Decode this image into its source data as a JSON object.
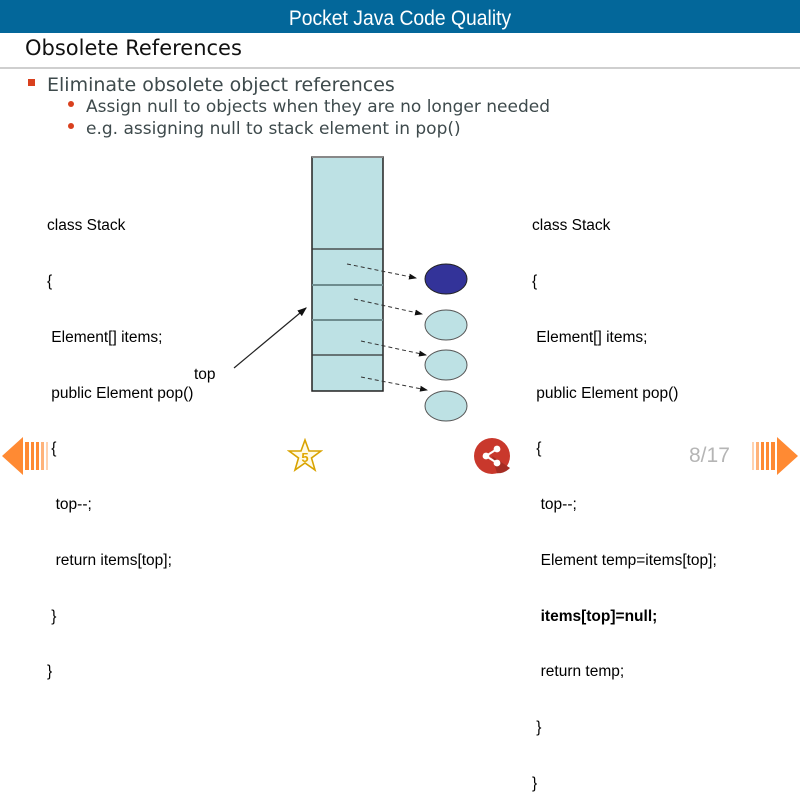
{
  "app": {
    "title": "Pocket Java Code Quality"
  },
  "slide": {
    "title": "Obsolete References",
    "bullets": {
      "main": "Eliminate obsolete object references",
      "sub1": "Assign null to objects when they are no longer needed",
      "sub2": "e.g. assigning null to stack element in pop()"
    },
    "code_left": {
      "lines": [
        "class Stack",
        "{",
        " Element[] items;",
        " public Element pop()",
        " {",
        "  top--;",
        "  return items[top];",
        " }",
        "}"
      ]
    },
    "code_right": {
      "lines": [
        "class Stack",
        "{",
        " Element[] items;",
        " public Element pop()",
        " {",
        "  top--;",
        "  Element temp=items[top];",
        "  items[top]=null;",
        "  return temp;",
        " }",
        "}"
      ],
      "bold_line_index": 7
    },
    "diagram": {
      "pointer_label": "top",
      "stack_fill": "#bde1e4",
      "element_fill": "#bde1e4",
      "popped_element_fill": "#333399",
      "occupied_slots": 4
    }
  },
  "footer": {
    "prev_icon": "prev-arrow-icon",
    "rate_icon": "star-icon",
    "share_icon": "share-icon",
    "next_icon": "next-arrow-icon",
    "page_indicator": "8/17",
    "accent_color": "#ff8a33"
  }
}
